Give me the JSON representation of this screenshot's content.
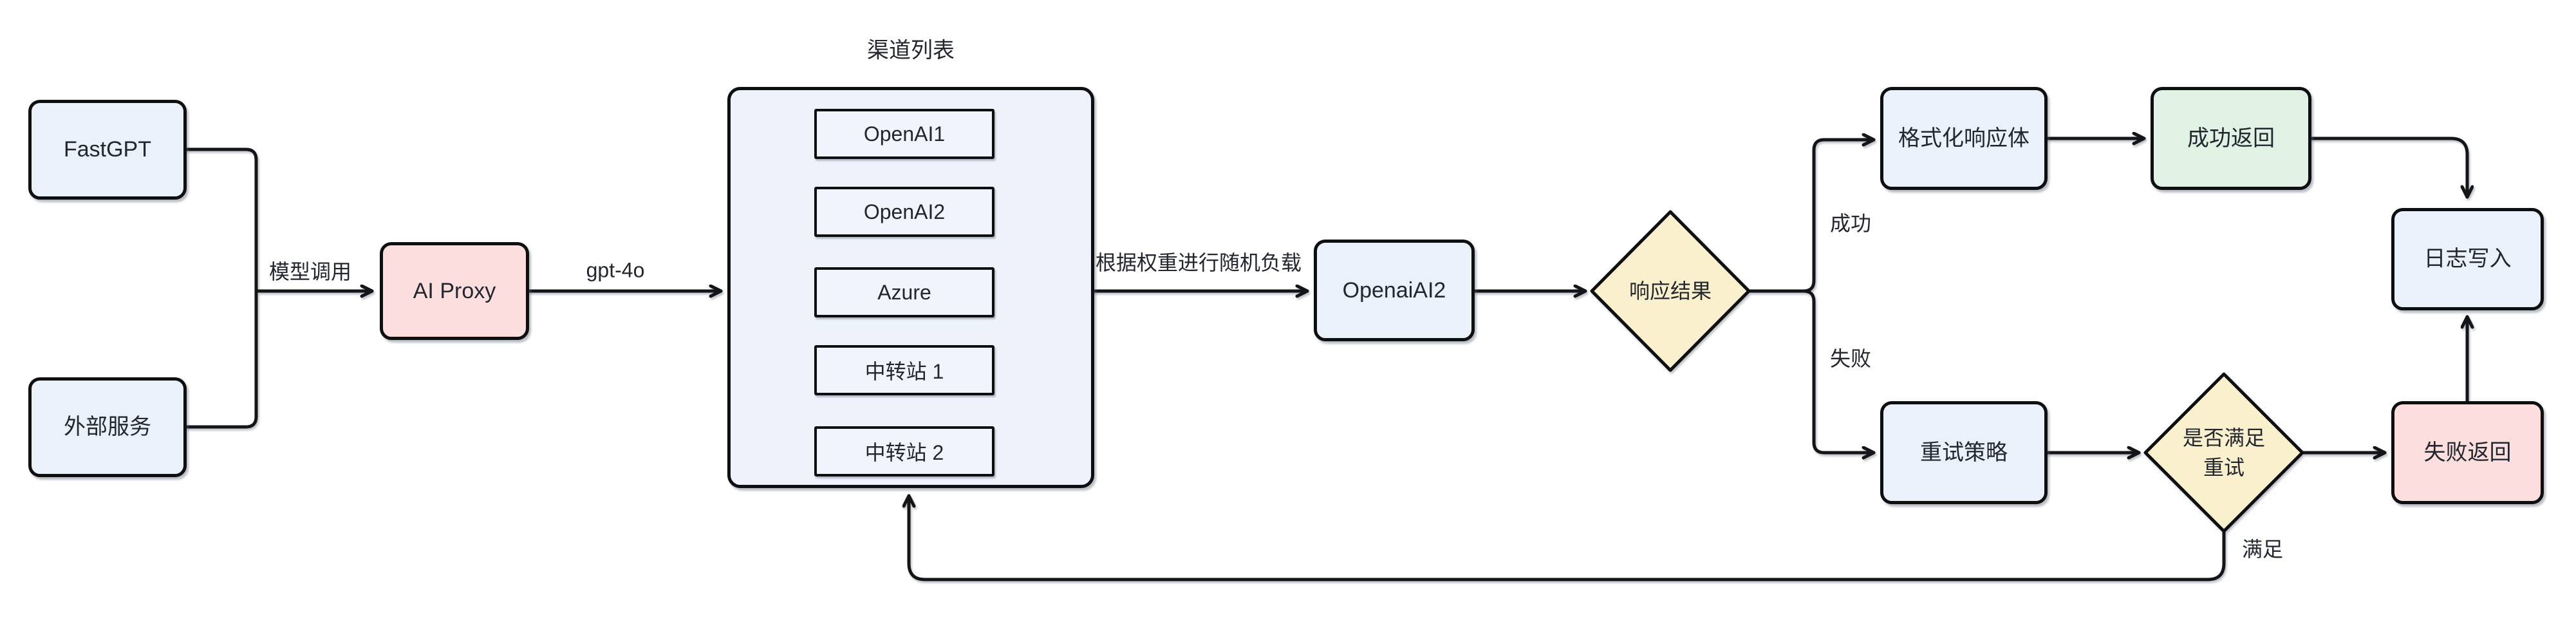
{
  "diagram": {
    "nodes": {
      "fastgpt": {
        "label": "FastGPT"
      },
      "external_service": {
        "label": "外部服务"
      },
      "ai_proxy": {
        "label": "AI Proxy"
      },
      "openai_ai2": {
        "label": "OpenaiAI2"
      },
      "response_result": {
        "label": "响应结果"
      },
      "format_response": {
        "label": "格式化响应体"
      },
      "success_return": {
        "label": "成功返回"
      },
      "log_write": {
        "label": "日志写入"
      },
      "retry_strategy": {
        "label": "重试策略"
      },
      "retry_check": {
        "label_line1": "是否满足",
        "label_line2": "重试"
      },
      "fail_return": {
        "label": "失败返回"
      }
    },
    "channel_list": {
      "title": "渠道列表",
      "channels": [
        "OpenAI1",
        "OpenAI2",
        "Azure",
        "中转站 1",
        "中转站 2"
      ]
    },
    "edge_labels": {
      "model_call": "模型调用",
      "model_name": "gpt-4o",
      "weighted_load": "根据权重进行随机负载",
      "success": "成功",
      "fail": "失败",
      "satisfied": "满足"
    },
    "colors": {
      "line": "#141518",
      "text": "#22262e",
      "border": "#0e0f11",
      "node_blue_fill": "#EBF1FA",
      "container_fill": "#EDF2FB",
      "channel_fill": "#F0F4FC",
      "pink_fill": "#FBDEDD",
      "green_fill": "#DFF2E3",
      "yellow_fill": "#FBF0CD",
      "background": "#FFFFFF"
    }
  }
}
